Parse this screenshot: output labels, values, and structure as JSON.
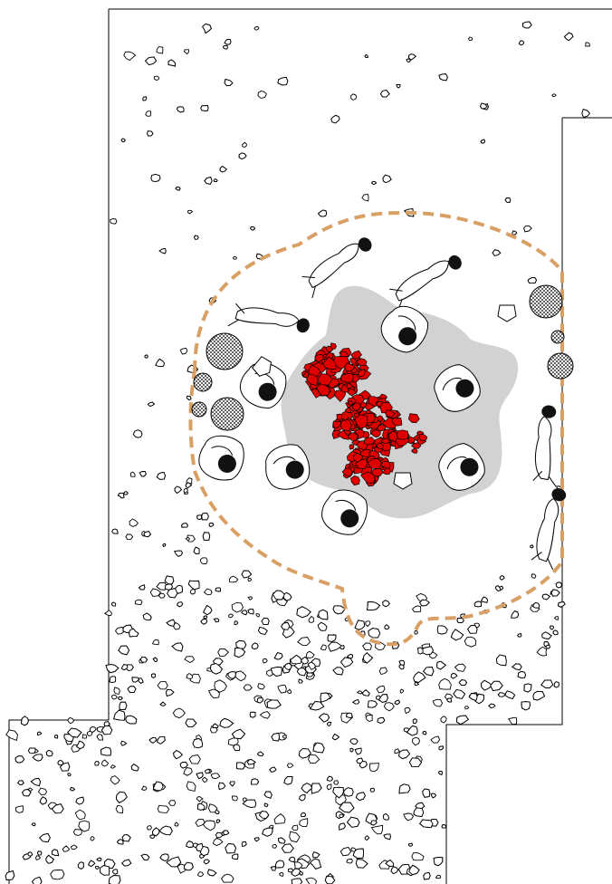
{
  "figure": {
    "description_visible_text": "",
    "colors": {
      "background": "#ffffff",
      "outline": "#000000",
      "boundary_dash": "#d9a066",
      "hearth_fill": "#d2d2d2",
      "stone_cluster": "#e00000",
      "post_hole": "#8c8c8c"
    },
    "figures": [
      {
        "id": "figure-1"
      },
      {
        "id": "figure-2"
      },
      {
        "id": "figure-3"
      },
      {
        "id": "figure-4"
      },
      {
        "id": "figure-5"
      },
      {
        "id": "figure-6"
      },
      {
        "id": "figure-7"
      },
      {
        "id": "figure-8"
      },
      {
        "id": "figure-9"
      },
      {
        "id": "figure-10"
      },
      {
        "id": "figure-11"
      },
      {
        "id": "figure-12"
      },
      {
        "id": "figure-13"
      },
      {
        "id": "figure-14"
      },
      {
        "id": "figure-15"
      }
    ],
    "post_holes_count_visible": 8
  }
}
